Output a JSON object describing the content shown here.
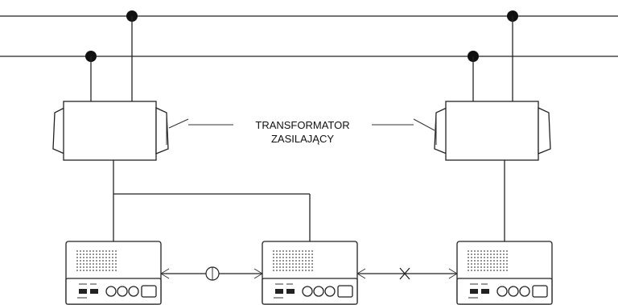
{
  "diagram": {
    "label_line1": "TRANSFORMATOR",
    "label_line2": "ZASILAJĄCY"
  },
  "colors": {
    "line": "#222222",
    "background": "#ffffff"
  },
  "components": {
    "transformers": [
      "transformer",
      "transformer"
    ],
    "intercom_units": [
      "intercom-unit",
      "intercom-unit",
      "intercom-unit"
    ],
    "link_symbols": [
      "circle-symbol",
      "cross-symbol"
    ]
  }
}
